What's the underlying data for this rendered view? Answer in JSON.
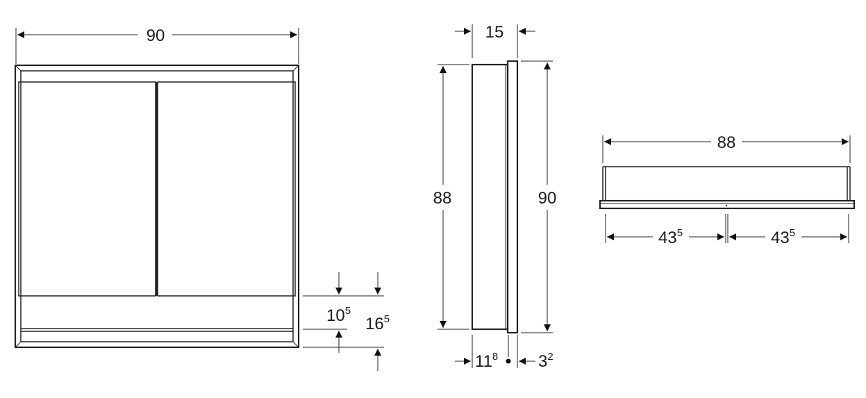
{
  "drawing": {
    "front_view": {
      "width_label": "90",
      "lower_dims": [
        {
          "main": "10",
          "sup": "5"
        },
        {
          "main": "16",
          "sup": "5"
        }
      ]
    },
    "side_view": {
      "depth_label": "15",
      "body_height_label": "88",
      "total_height_label": "90",
      "bottom_dims": [
        {
          "main": "11",
          "sup": "8"
        },
        {
          "main": "3",
          "sup": "2"
        }
      ]
    },
    "top_view": {
      "width_label": "88",
      "half_dims": [
        {
          "main": "43",
          "sup": "5"
        },
        {
          "main": "43",
          "sup": "5"
        }
      ]
    }
  }
}
